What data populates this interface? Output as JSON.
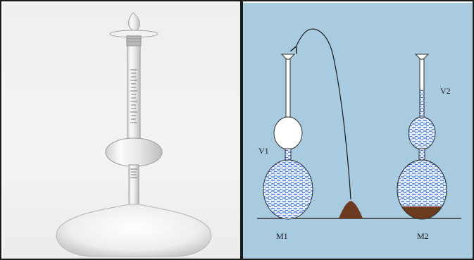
{
  "photo": {
    "description_icon": "volumetric-flask-with-bulb-photo-icon"
  },
  "schematic": {
    "labels": {
      "v1": "V1",
      "v2": "V2",
      "m1": "M1",
      "m2": "M2"
    },
    "colors": {
      "background": "#a9cbe0",
      "liquid": "#3a6fd8",
      "sediment": "#6b3a1f"
    }
  }
}
